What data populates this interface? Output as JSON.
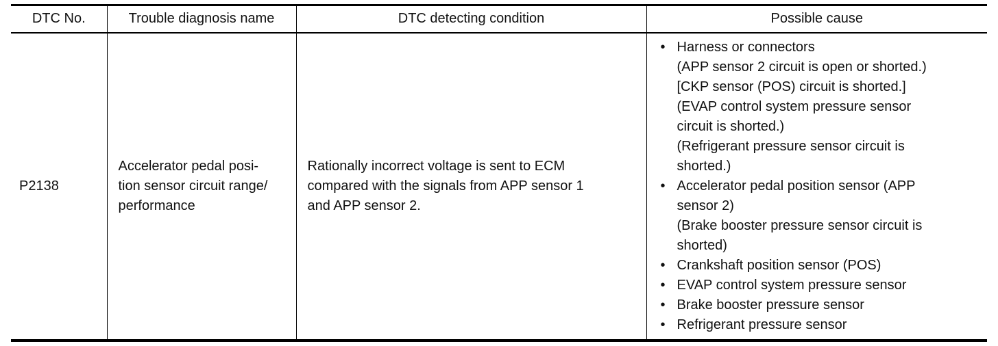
{
  "headers": {
    "dtc_no": "DTC No.",
    "trouble_name": "Trouble diagnosis name",
    "condition": "DTC detecting condition",
    "cause": "Possible cause"
  },
  "row": {
    "dtc_no": "P2138",
    "trouble_name_lines": [
      "Accelerator pedal posi-",
      "tion sensor circuit range/",
      "performance"
    ],
    "condition_lines": [
      "Rationally incorrect voltage is sent to ECM",
      "compared with the signals from APP sensor 1",
      "and APP sensor 2."
    ],
    "causes": [
      {
        "text": "Harness or connectors",
        "details": [
          "(APP sensor 2 circuit is open or shorted.)",
          "[CKP sensor (POS) circuit is shorted.]",
          "(EVAP control system pressure sensor",
          "circuit is shorted.)",
          "(Refrigerant pressure sensor circuit is",
          "shorted.)"
        ]
      },
      {
        "text": "Accelerator pedal position sensor (APP",
        "details": [
          "sensor 2)",
          "(Brake booster pressure sensor circuit is",
          "shorted)"
        ]
      },
      {
        "text": "Crankshaft position sensor (POS)",
        "details": []
      },
      {
        "text": "EVAP control system pressure sensor",
        "details": []
      },
      {
        "text": "Brake booster pressure sensor",
        "details": []
      },
      {
        "text": "Refrigerant pressure sensor",
        "details": []
      }
    ]
  }
}
